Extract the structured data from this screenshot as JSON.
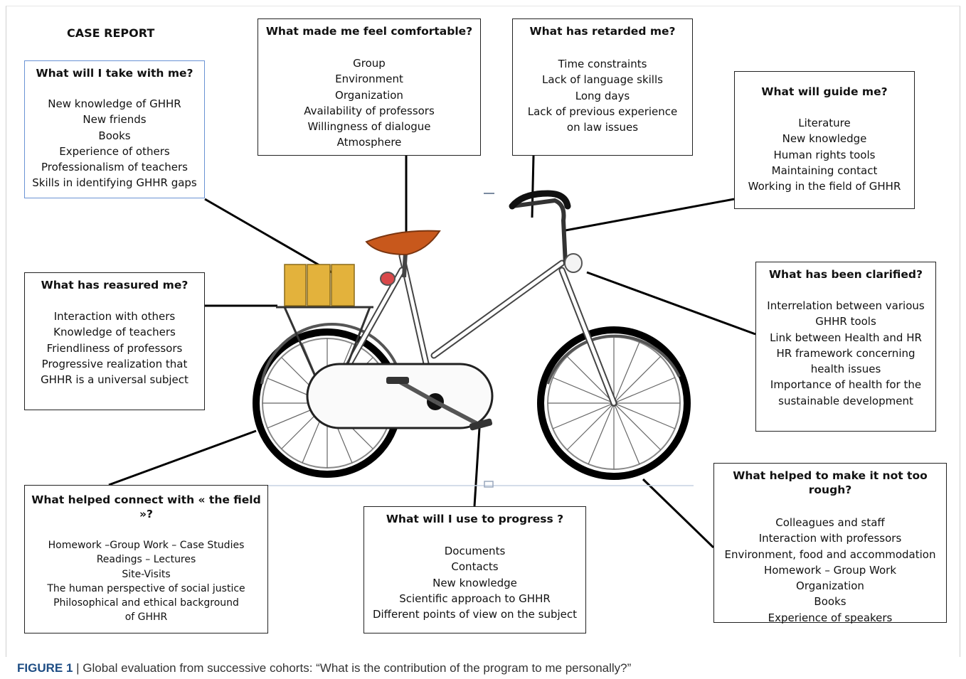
{
  "report_title": "CASE REPORT",
  "boxes": {
    "take_with_me": {
      "heading": "What will I take with me?",
      "items": [
        "New knowledge of GHHR",
        "New friends",
        "Books",
        "Experience of others",
        "Professionalism of teachers",
        "Skills in identifying GHHR gaps"
      ]
    },
    "comfortable": {
      "heading": "What made me feel comfortable?",
      "items": [
        "Group",
        "Environment",
        "Organization",
        "Availability of professors",
        "Willingness of dialogue",
        "Atmosphere"
      ]
    },
    "retarded": {
      "heading": "What has retarded me?",
      "items": [
        "Time constraints",
        "Lack of language skills",
        "Long days",
        "Lack of previous experience",
        "on law issues"
      ]
    },
    "guide": {
      "heading": "What will guide me?",
      "items": [
        "Literature",
        "New knowledge",
        "Human rights tools",
        "Maintaining contact",
        "Working in the field of GHHR"
      ]
    },
    "reasured": {
      "heading": "What has reasured me?",
      "items": [
        "Interaction with others",
        "Knowledge of teachers",
        "Friendliness of professors",
        "Progressive realization that",
        "GHHR is a universal subject"
      ]
    },
    "clarified": {
      "heading": "What has been clarified?",
      "items": [
        "Interrelation between various",
        "GHHR tools",
        "Link between Health and HR",
        "HR framework concerning",
        "health issues",
        "Importance of health for the",
        "sustainable development"
      ]
    },
    "connect": {
      "heading": "What helped connect with « the field »?",
      "items": [
        "Homework –Group Work – Case Studies",
        "Readings – Lectures",
        "Site-Visits",
        "The human perspective of social justice",
        "Philosophical and ethical background",
        "of GHHR"
      ]
    },
    "progress": {
      "heading": "What will I use to progress ?",
      "items": [
        "Documents",
        "Contacts",
        "New knowledge",
        "Scientific approach to GHHR",
        "Different points of view on the subject"
      ]
    },
    "rough": {
      "heading": "What helped to make it not too rough?",
      "items": [
        "Colleagues and staff",
        "Interaction with professors",
        "Environment, food and accommodation",
        "Homework – Group Work",
        "Organization",
        "Books",
        "Experience of speakers"
      ]
    }
  },
  "caption": {
    "label": "FIGURE 1",
    "text": " | Global evaluation from successive cohorts: “What is the contribution of the program to me personally?”"
  },
  "colors": {
    "saddle": "#c8581c",
    "books": "#e3b23c",
    "box_accent": "#6a93d4",
    "caption_label": "#1e4d84"
  }
}
